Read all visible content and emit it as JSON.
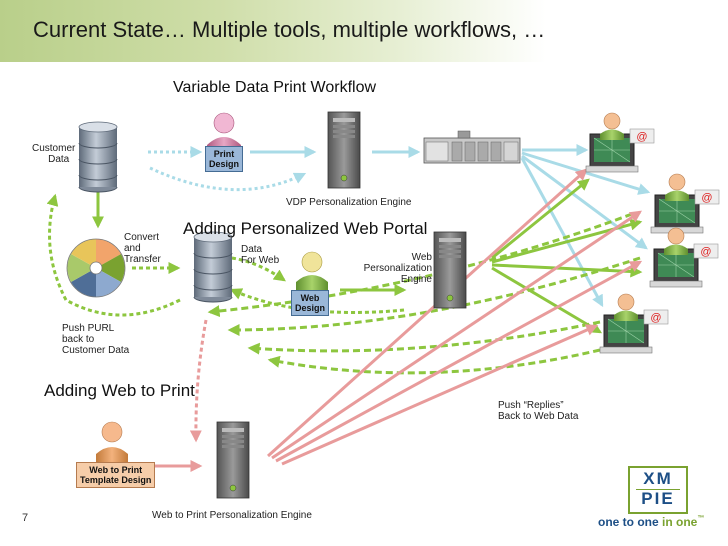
{
  "title": "Current State… Multiple tools, multiple workflows, …",
  "sections": {
    "vdp": "Variable Data Print Workflow",
    "web_portal": "Adding Personalized Web Portal",
    "web_to_print": "Adding Web to Print"
  },
  "labels": {
    "customer_data": [
      "Customer",
      "Data"
    ],
    "convert_transfer": [
      "Convert",
      "and",
      "Transfer"
    ],
    "data_for_web": [
      "Data",
      "For Web"
    ],
    "web_engine": [
      "Web",
      "Personalization",
      "Engine"
    ],
    "vdp_engine": "VDP Personalization Engine",
    "push_purl": [
      "Push PURL",
      "back to",
      "Customer Data"
    ],
    "push_replies": [
      "Push “Replies”",
      "Back to Web Data"
    ],
    "w2p_engine": "Web to Print Personalization Engine"
  },
  "badges": {
    "print_design": [
      "Print",
      "Design"
    ],
    "web_design": [
      "Web",
      "Design"
    ],
    "w2p_design": [
      "Web to Print",
      "Template Design"
    ]
  },
  "email_symbol": "@",
  "logo": {
    "top": "XM",
    "bottom": "PIE",
    "tagline_a": "one to one",
    "tagline_b": " in one"
  },
  "tm": "™",
  "page_number": "7",
  "colors": {
    "workflow_arrow_blue": "#a9dbe7",
    "green_arrow": "#8dc63f",
    "pink_arrow": "#e89b9b",
    "database": "#7f8a99",
    "server": "#6f6f6f"
  },
  "icons": {
    "database": "database-icon",
    "server": "server-icon",
    "person": "person-icon",
    "press": "printing-press-icon",
    "computer": "computer-icon",
    "disc": "disc-icon"
  }
}
